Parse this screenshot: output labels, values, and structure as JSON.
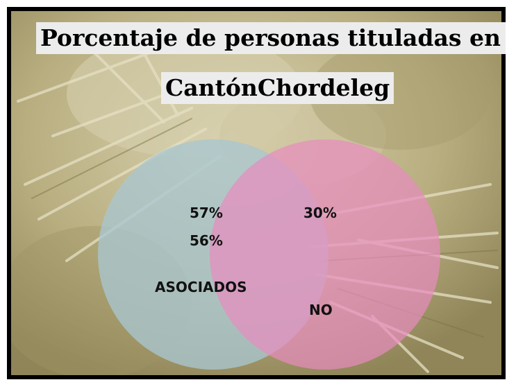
{
  "title": {
    "line1": "Porcentaje de personas tituladas en el",
    "line2": "CantónChordeleg"
  },
  "venn": {
    "left_circle": {
      "label": "ASOCIADOS",
      "value": "57%",
      "color": "#a9c7cf"
    },
    "right_circle": {
      "label": "NO",
      "value": "30%",
      "color": "#e88bbf"
    },
    "overlap_value": "56%"
  },
  "colors": {
    "photo_tint": "#b9b080",
    "title_background": "#ececec",
    "frame": "#000000"
  }
}
